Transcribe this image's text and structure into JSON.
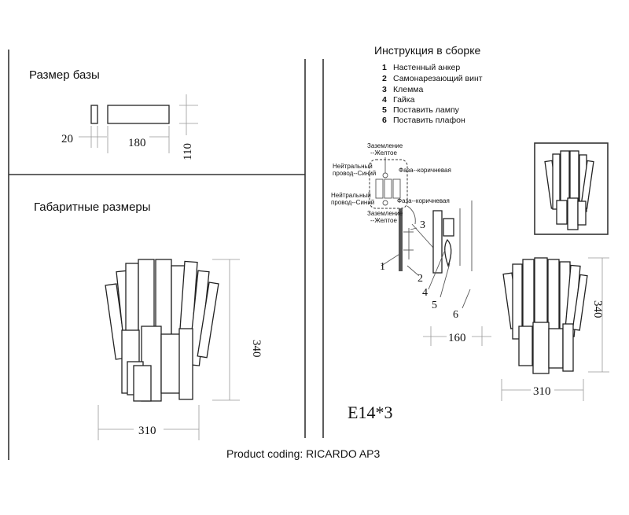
{
  "base_size": {
    "title": "Размер базы",
    "dim_depth": "20",
    "dim_width": "180",
    "dim_height": "110"
  },
  "overall_size": {
    "title": "Габаритные размеры",
    "dim_height": "340",
    "dim_width": "310"
  },
  "assembly": {
    "title": "Инструкция в сборке",
    "steps": [
      {
        "num": "1",
        "label": "Настенный анкер"
      },
      {
        "num": "2",
        "label": "Самонарезающий винт"
      },
      {
        "num": "3",
        "label": "Клемма"
      },
      {
        "num": "4",
        "label": "Гайка"
      },
      {
        "num": "5",
        "label": "Поставить лампу"
      },
      {
        "num": "6",
        "label": "Поставить плафон"
      }
    ],
    "wiring": {
      "ground_top": [
        "Заземление",
        "--Желтое"
      ],
      "neutral_top": [
        "Нейтральный",
        "провод--Синий"
      ],
      "phase_top": "Фаза--коричневая",
      "neutral_bottom": [
        "Нейтральный",
        "провод--Синий"
      ],
      "phase_bottom": "Фаза--коричневая",
      "ground_bottom": [
        "Заземление",
        "--Желтое"
      ]
    },
    "callouts": [
      "1",
      "2",
      "3",
      "4",
      "5",
      "6"
    ]
  },
  "side_view": {
    "dim_depth": "160",
    "dim_height": "340",
    "dim_width": "310"
  },
  "lamp_spec": "E14*3",
  "product_coding": "Product coding: RICARDO AP3"
}
